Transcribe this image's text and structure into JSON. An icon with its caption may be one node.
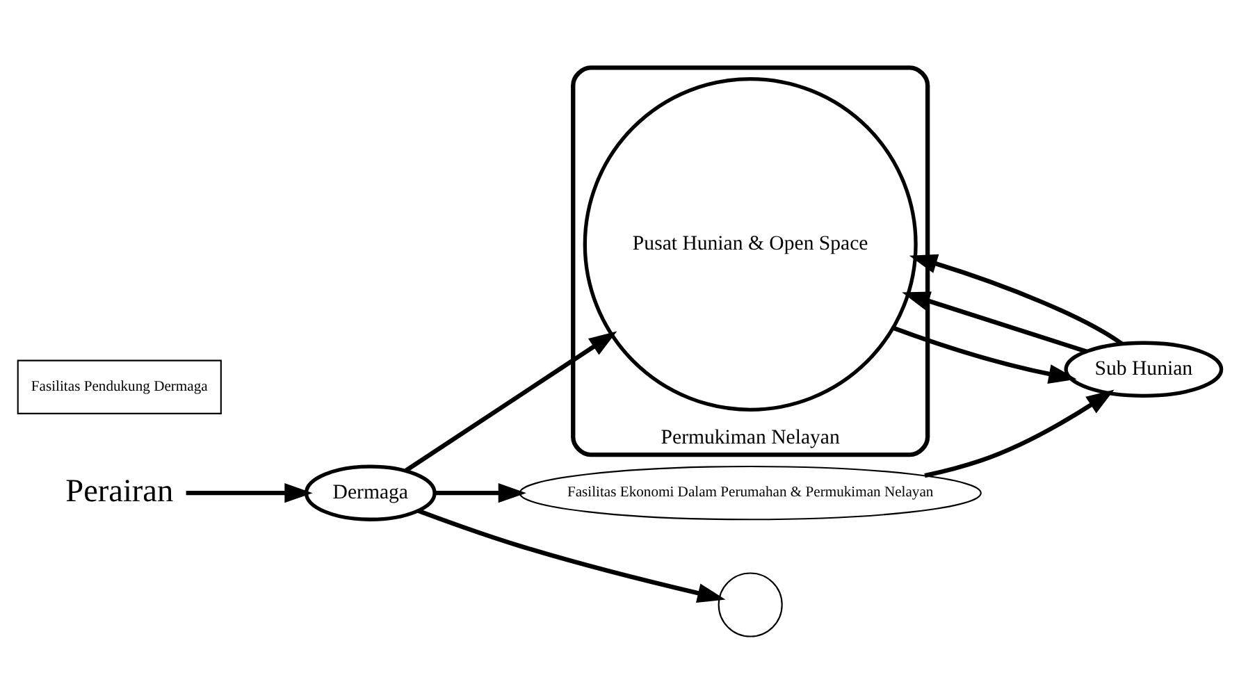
{
  "diagram": {
    "nodes": [
      {
        "text": [
          "Perairan"
        ]
      },
      {
        "text": [
          "Fasilitas Pendukung Dermaga"
        ]
      },
      {
        "text": [
          "Dermaga"
        ]
      },
      {
        "text": [
          "Permukiman Nelayan"
        ]
      },
      {
        "text": [
          "Fasilitas Ekonomi Dalam Perumahan & Permukiman Nelayan"
        ]
      },
      {
        "text": [
          "Pusat Hunian & Open Space"
        ],
        "in": 3
      },
      {
        "text": [],
        "shape": "circle"
      },
      {
        "text": [
          "Sub Hunian"
        ]
      }
    ],
    "edges": [
      {
        "from": 0,
        "to": 2,
        "arrow": "to"
      },
      {
        "from": 2,
        "to": 4,
        "arrow": "to"
      },
      {
        "from": 2,
        "to": 5,
        "arrow": "to"
      },
      {
        "from": 2,
        "to": 6,
        "arrow": "to"
      },
      {
        "from": 4,
        "to": 7,
        "arrow": "to"
      },
      {
        "from": 5,
        "to": 7,
        "arrow": "to"
      },
      {
        "from": 7,
        "to": 5,
        "arrow": "to"
      },
      {
        "from": 7,
        "to": 5,
        "arrow": "to"
      }
    ]
  }
}
